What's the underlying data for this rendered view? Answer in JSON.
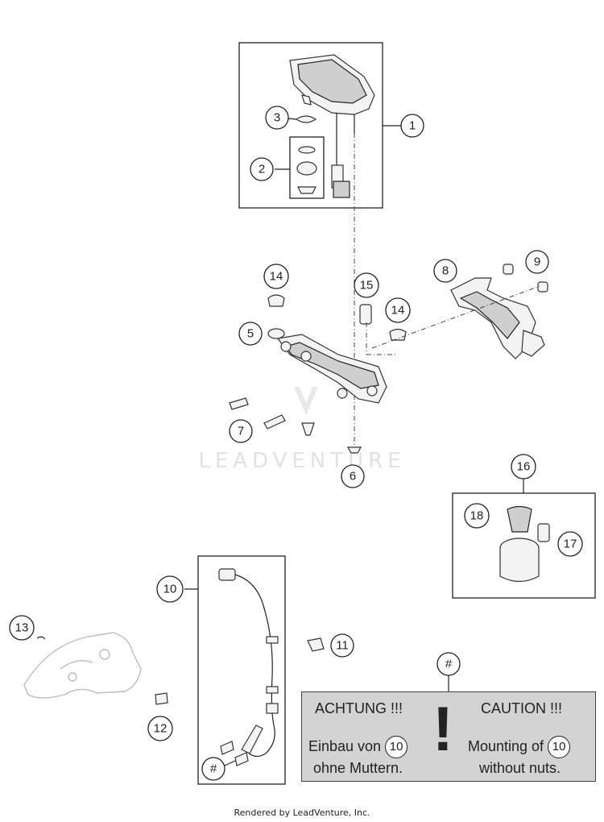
{
  "watermark": "LEADVENTURE",
  "callouts": [
    {
      "id": "c1",
      "label": "1"
    },
    {
      "id": "c2",
      "label": "2"
    },
    {
      "id": "c3",
      "label": "3"
    },
    {
      "id": "c4",
      "label": "5"
    },
    {
      "id": "c5",
      "label": "6"
    },
    {
      "id": "c6",
      "label": "7"
    },
    {
      "id": "c7",
      "label": "8"
    },
    {
      "id": "c8",
      "label": "9"
    },
    {
      "id": "c9",
      "label": "10"
    },
    {
      "id": "c10",
      "label": "11"
    },
    {
      "id": "c11",
      "label": "12"
    },
    {
      "id": "c12",
      "label": "13"
    },
    {
      "id": "c13",
      "label": "14"
    },
    {
      "id": "c14",
      "label": "14"
    },
    {
      "id": "c15",
      "label": "15"
    },
    {
      "id": "c16",
      "label": "16"
    },
    {
      "id": "c17",
      "label": "17"
    },
    {
      "id": "c18",
      "label": "18"
    },
    {
      "id": "c19",
      "label": "#"
    },
    {
      "id": "c20",
      "label": "#"
    }
  ],
  "notice": {
    "exclamation": "!",
    "left_title": "ACHTUNG !!!",
    "left_line1": "Einbau von",
    "left_ref": "10",
    "left_line2": "ohne Muttern.",
    "right_title": "CAUTION !!!",
    "right_line1": "Mounting of",
    "right_ref": "10",
    "right_line2": "without nuts."
  },
  "footer": "Rendered by LeadVenture, Inc."
}
